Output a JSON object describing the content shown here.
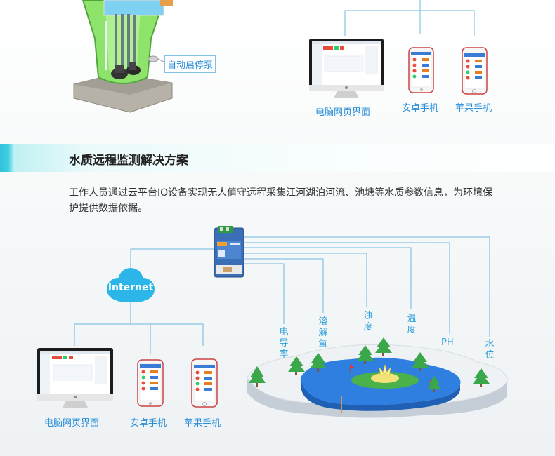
{
  "top": {
    "pump_label": "自动启停泵",
    "pc_label": "电脑网页界面",
    "android_label": "安卓手机",
    "iphone_label": "苹果手机"
  },
  "section": {
    "title": "水质远程监测解决方案",
    "description": "工作人员通过云平台IO设备实现无人值守远程采集江河湖泊河流、池塘等水质参数信息，为环境保护提供数据依据。"
  },
  "network": {
    "cloud_label": "Internet"
  },
  "sensors": [
    {
      "label": "电导率"
    },
    {
      "label": "溶解氧"
    },
    {
      "label": "浊度"
    },
    {
      "label": "温度"
    },
    {
      "label": "PH"
    },
    {
      "label": "水位"
    }
  ],
  "bottom": {
    "pc_label": "电脑网页界面",
    "android_label": "安卓手机",
    "iphone_label": "苹果手机"
  },
  "colors": {
    "accent": "#2a8fd8",
    "line": "#6fb7e0",
    "cloud": "#2bb5e8",
    "lake": "#2f7fe0",
    "tree": "#3aa84a"
  }
}
